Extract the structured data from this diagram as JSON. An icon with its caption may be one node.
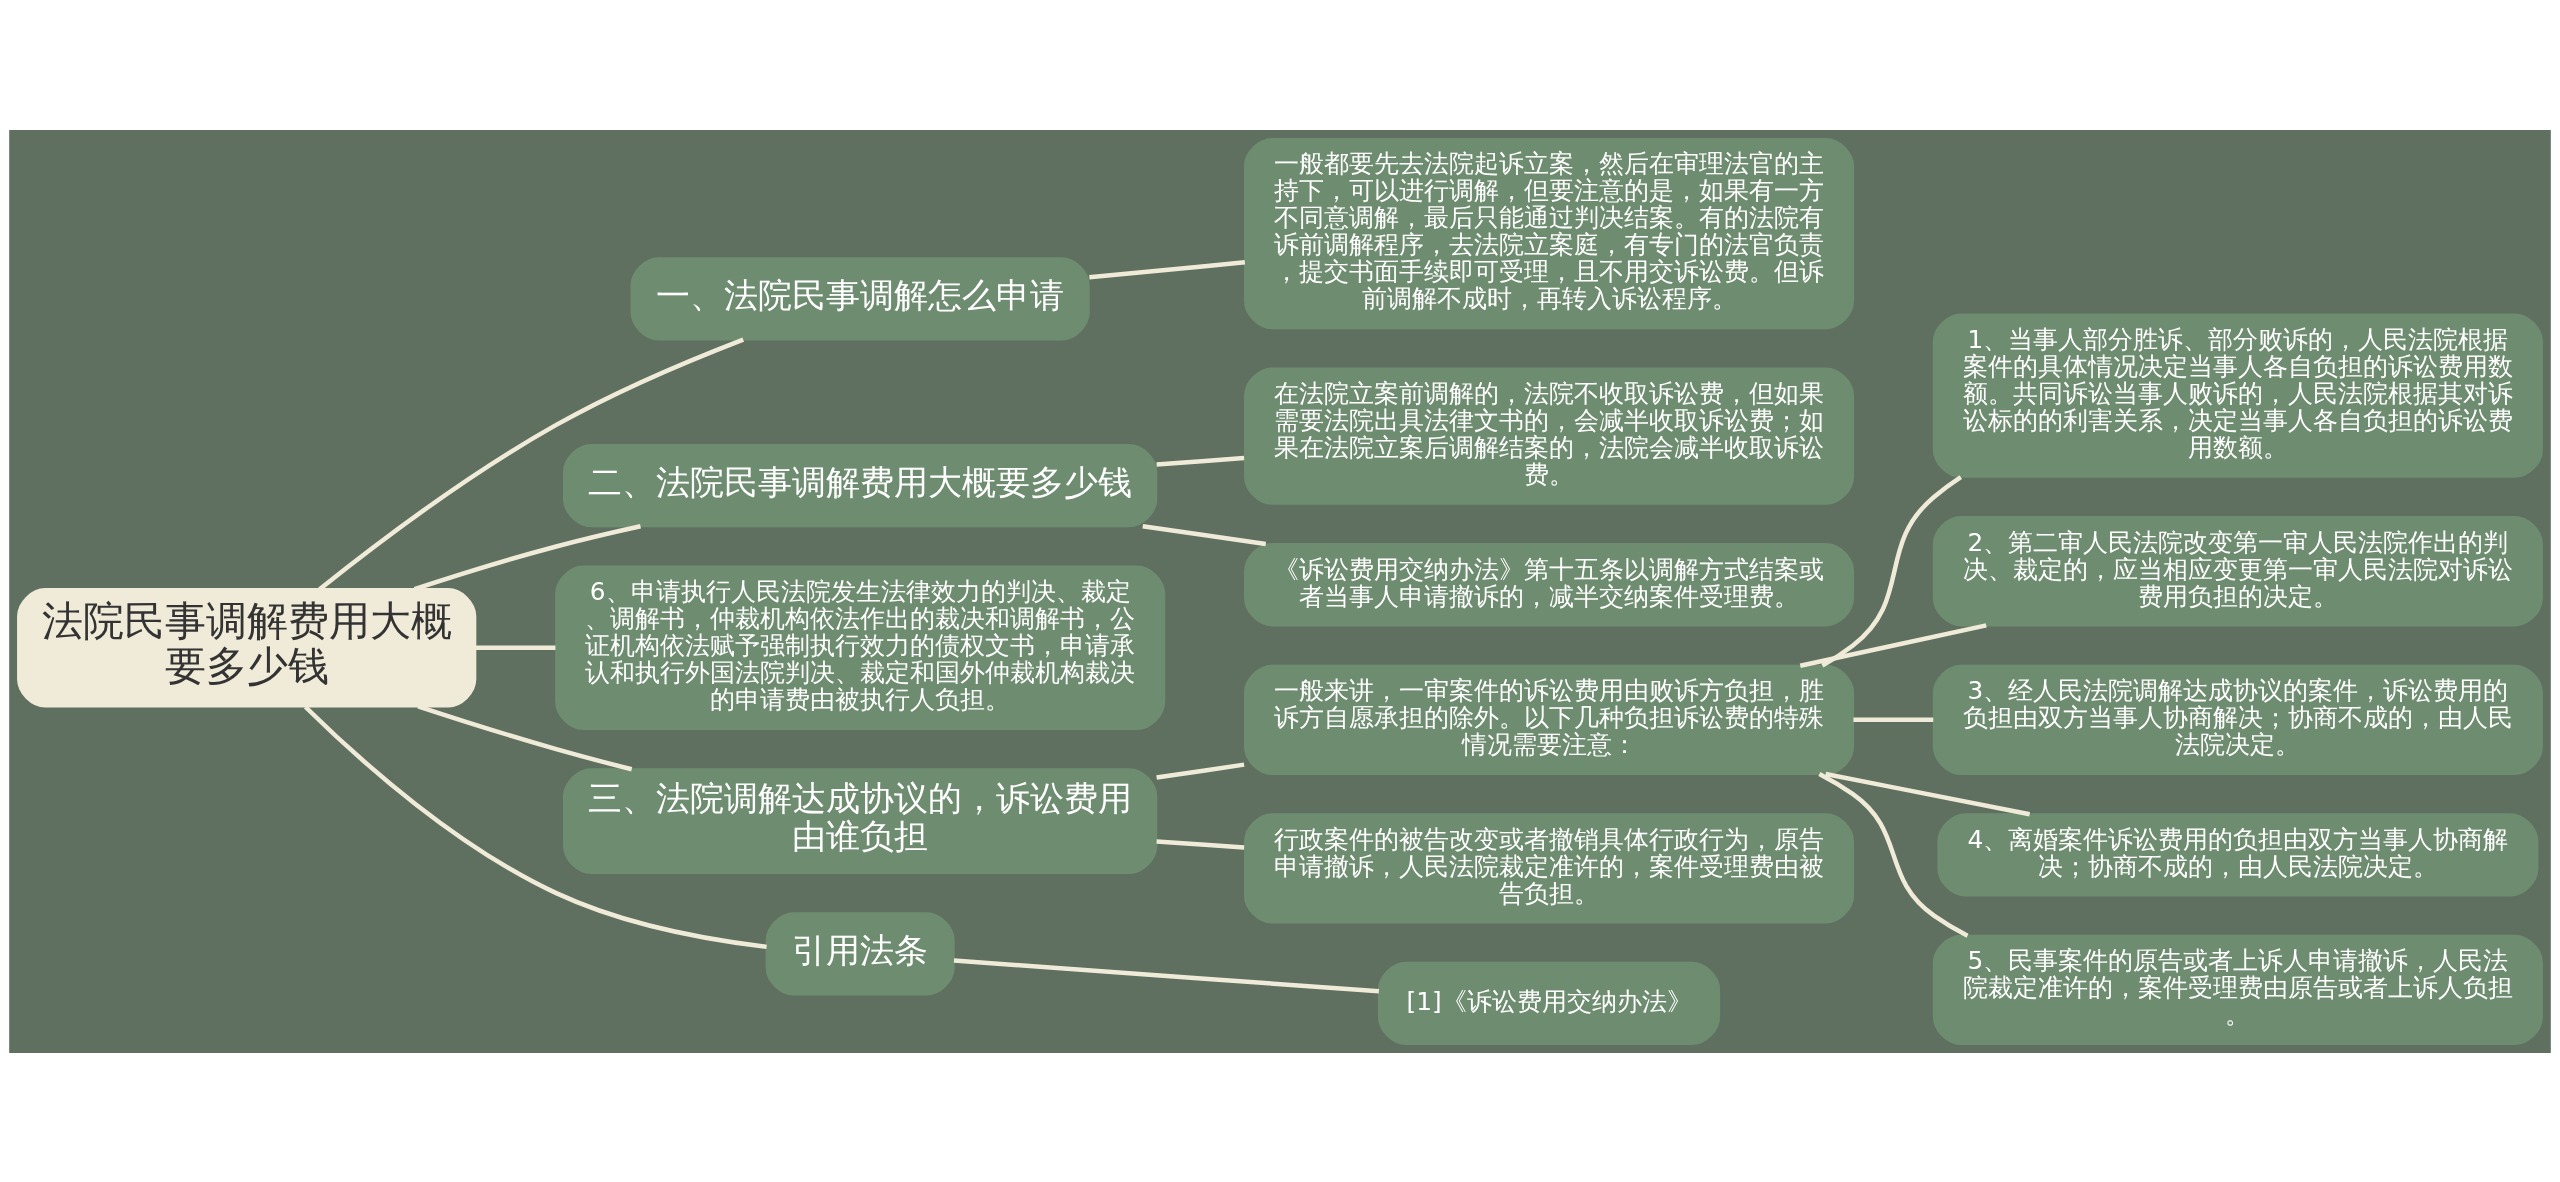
{
  "diagram": {
    "nodes": [
      {
        "text": [
          "法院民事调解费用大概要多少钱"
        ]
      },
      {
        "text": [
          "一、法院民事调解怎么申请"
        ]
      },
      {
        "text": [
          "一般都要先去法院起诉立案，然后在审理法官的主持下，可以进行调解，但要注意的是，如果有一方不同意调解，最后只能通过判决结案。有的法院有诉前调解程序，去法院立案庭，有专门的法官负责，提交书面手续即可受理，且不用交诉讼费。但诉前调解不成时，再转入诉讼程序。"
        ]
      },
      {
        "text": [
          "二、法院民事调解费用大概要多少钱"
        ]
      },
      {
        "text": [
          "在法院立案前调解的，法院不收取诉讼费，但如果需要法院出具法律文书的，会减半收取诉讼费；如果在法院立案后调解结案的，法院会减半收取诉讼费。"
        ]
      },
      {
        "text": [
          "《诉讼费用交纳办法》第十五条以调解方式结案或者当事人申请撤诉的，减半交纳案件受理费。"
        ]
      },
      {
        "text": [
          "6、申请执行人民法院发生法律效力的判决、裁定、调解书，仲裁机构依法作出的裁决和调解书，公证机构依法赋予强制执行效力的债权文书，申请承认和执行外国法院判决、裁定和国外仲裁机构裁决的申请费由被执行人负担。"
        ]
      },
      {
        "text": [
          "三、法院调解达成协议的，诉讼费用由谁负担"
        ]
      },
      {
        "text": [
          "一般来讲，一审案件的诉讼费用由败诉方负担，胜诉方自愿承担的除外。以下几种负担诉讼费的特殊情况需要注意："
        ]
      },
      {
        "text": [
          "1、当事人部分胜诉、部分败诉的，人民法院根据案件的具体情况决定当事人各自负担的诉讼费用数额。共同诉讼当事人败诉的，人民法院根据其对诉讼标的的利害关系，决定当事人各自负担的诉讼费用数额。"
        ]
      },
      {
        "text": [
          "2、第二审人民法院改变第一审人民法院作出的判决、裁定的，应当相应变更第一审人民法院对诉讼费用负担的决定。"
        ]
      },
      {
        "text": [
          "3、经人民法院调解达成协议的案件，诉讼费用的负担由双方当事人协商解决；协商不成的，由人民法院决定。"
        ]
      },
      {
        "text": [
          "4、离婚案件诉讼费用的负担由双方当事人协商解决；协商不成的，由人民法院决定。"
        ]
      },
      {
        "text": [
          "5、民事案件的原告或者上诉人申请撤诉，人民法院裁定准许的，案件受理费由原告或者上诉人负担。"
        ]
      },
      {
        "text": [
          "行政案件的被告改变或者撤销具体行政行为，原告申请撤诉，人民法院裁定准许的，案件受理费由被告负担。"
        ]
      },
      {
        "text": [
          "引用法条"
        ]
      },
      {
        "text": [
          "[1]《诉讼费用交纳办法》"
        ]
      }
    ],
    "edges": [
      {
        "from": 0,
        "to": 1,
        "arrow": "none"
      },
      {
        "from": 1,
        "to": 2,
        "arrow": "none"
      },
      {
        "from": 0,
        "to": 3,
        "arrow": "none"
      },
      {
        "from": 3,
        "to": 4,
        "arrow": "none"
      },
      {
        "from": 3,
        "to": 5,
        "arrow": "none"
      },
      {
        "from": 0,
        "to": 6,
        "arrow": "none"
      },
      {
        "from": 0,
        "to": 7,
        "arrow": "none"
      },
      {
        "from": 7,
        "to": 8,
        "arrow": "none"
      },
      {
        "from": 8,
        "to": 9,
        "arrow": "none"
      },
      {
        "from": 8,
        "to": 10,
        "arrow": "none"
      },
      {
        "from": 8,
        "to": 11,
        "arrow": "none"
      },
      {
        "from": 8,
        "to": 12,
        "arrow": "none"
      },
      {
        "from": 8,
        "to": 13,
        "arrow": "none"
      },
      {
        "from": 7,
        "to": 14,
        "arrow": "none"
      },
      {
        "from": 0,
        "to": 15,
        "arrow": "none"
      },
      {
        "from": 15,
        "to": 16,
        "arrow": "none"
      }
    ]
  }
}
